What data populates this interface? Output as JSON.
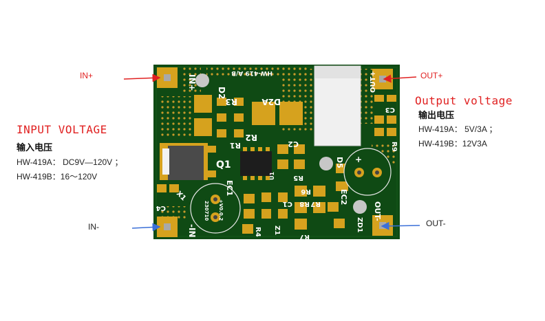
{
  "pins": {
    "in_plus": "IN+",
    "in_minus": "IN-",
    "out_plus": "OUT+",
    "out_minus": "OUT-"
  },
  "input": {
    "title": "INPUT VOLTAGE",
    "subtitle": "输入电压",
    "spec_a": "HW-419A： DC9V—120V ；",
    "spec_b": "HW-419B：16～120V"
  },
  "output": {
    "title": "Output voltage",
    "subtitle": "输出电压",
    "spec_a": "HW-419A： 5V/3A ；",
    "spec_b": "HW-419B：12V3A"
  },
  "board": {
    "model": "HW-419 A/B",
    "version": "+V0.0.2",
    "date": "230710",
    "silk": {
      "in_plus": "IN+",
      "in_minus": "-IN",
      "out_plus": "OUT+",
      "out_minus": "OUT-",
      "d2": "D2",
      "r3": "R3",
      "d2a": "D2A",
      "r2": "R2",
      "r1": "R1",
      "c3": "C3",
      "r9": "R9",
      "c2": "C2",
      "q1": "Q1",
      "u1": "U1",
      "d5": "D5",
      "r5": "R5",
      "r6": "R6",
      "r8": "R8",
      "c1": "C1",
      "r7": "R7",
      "ec1": "EC1",
      "ec2": "EC2",
      "c4": "C4",
      "r4": "R4",
      "z1": "Z1",
      "zd1": "ZD1",
      "x1": "X1",
      "plus": "+"
    }
  },
  "colors": {
    "pcb": "#0f4a14",
    "pad": "#d6a21e",
    "arrow_red": "#e02020",
    "arrow_blue": "#3a6fd8"
  }
}
